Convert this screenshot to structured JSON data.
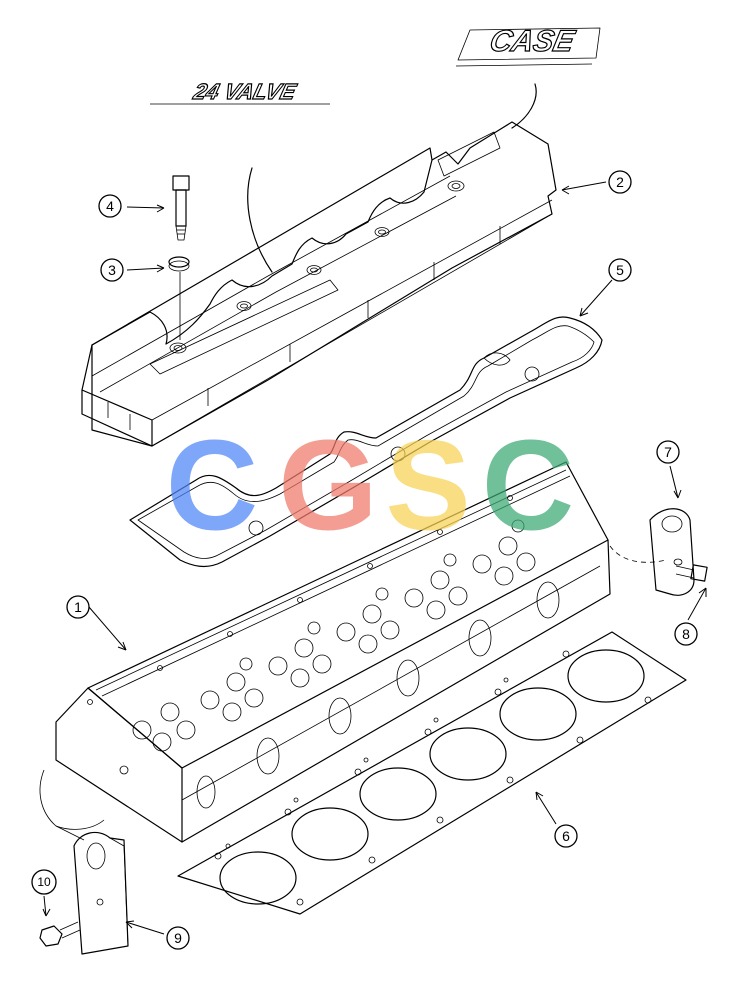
{
  "decals": {
    "case": "CASE",
    "valve": "24 VALVE"
  },
  "watermark": {
    "letters": [
      {
        "char": "C",
        "color": "#4f86f7"
      },
      {
        "char": "G",
        "color": "#f07a6a"
      },
      {
        "char": "S",
        "color": "#f7d254"
      },
      {
        "char": "C",
        "color": "#3aa874"
      }
    ]
  },
  "callouts": [
    {
      "id": "1",
      "label": "1"
    },
    {
      "id": "2",
      "label": "2"
    },
    {
      "id": "3",
      "label": "3"
    },
    {
      "id": "4",
      "label": "4"
    },
    {
      "id": "5",
      "label": "5"
    },
    {
      "id": "6",
      "label": "6"
    },
    {
      "id": "7",
      "label": "7"
    },
    {
      "id": "8",
      "label": "8"
    },
    {
      "id": "9",
      "label": "9"
    },
    {
      "id": "10",
      "label": "10"
    }
  ]
}
